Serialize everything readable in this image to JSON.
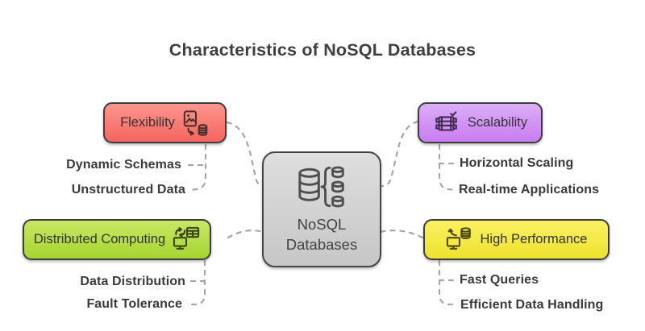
{
  "title": "Characteristics of NoSQL Databases",
  "center": {
    "line1": "NoSQL",
    "line2": "Databases",
    "icon": "database-cluster-icon"
  },
  "branches": [
    {
      "label": "Flexibility",
      "icon": "file-to-database-icon",
      "children": [
        "Dynamic Schemas",
        "Unstructured Data"
      ]
    },
    {
      "label": "Scalability",
      "icon": "server-rack-check-icon",
      "children": [
        "Horizontal Scaling",
        "Real-time Applications"
      ]
    },
    {
      "label": "Distributed Computing",
      "icon": "computer-sync-table-icon",
      "children": [
        "Data Distribution",
        "Fault Tolerance"
      ]
    },
    {
      "label": "High Performance",
      "icon": "computer-to-database-icon",
      "children": [
        "Fast Queries",
        "Efficient Data Handling"
      ]
    }
  ],
  "colors": {
    "background": "#ffffff",
    "title_text": "#3f3f3f",
    "node_text": "#333333",
    "node_border": "#3d3d3d",
    "connector": "#a6a6a6",
    "central_fill_top": "#dedede",
    "central_fill_bottom": "#c7c7c7",
    "flexibility_top": "#fd968e",
    "flexibility_bottom": "#f4655d",
    "scalability_top": "#dcaef8",
    "scalability_bottom": "#c87cf0",
    "distributed_top": "#c9e763",
    "distributed_bottom": "#a6d52f",
    "performance_top": "#faf163",
    "performance_bottom": "#efe22e"
  }
}
